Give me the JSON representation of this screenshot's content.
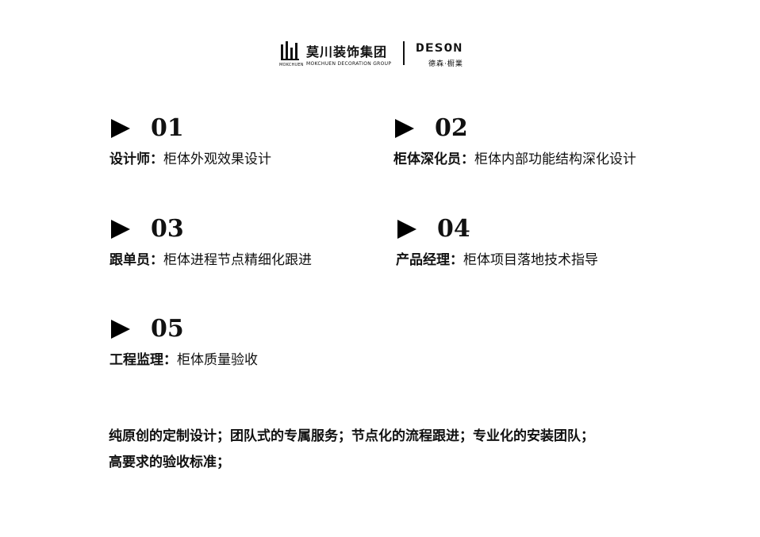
{
  "header": {
    "company_name": "莫川装饰集团",
    "company_en_short": "MOKCHUEN",
    "company_en": "MOKCHUEN DECORATION GROUP",
    "brand": "DESON",
    "brand_cn": "德森·橱業"
  },
  "items": [
    {
      "number": "01",
      "label": "设计师：",
      "text": "柜体外观效果设计"
    },
    {
      "number": "02",
      "label": "柜体深化员：",
      "text": "柜体内部功能结构深化设计"
    },
    {
      "number": "03",
      "label": "跟单员：",
      "text": "柜体进程节点精细化跟进"
    },
    {
      "number": "04",
      "label": "产品经理：",
      "text": "柜体项目落地技术指导"
    },
    {
      "number": "05",
      "label": "工程监理：",
      "text": "柜体质量验收"
    }
  ],
  "summary": {
    "line1": "纯原创的定制设计；团队式的专属服务；节点化的流程跟进；专业化的安装团队；",
    "line2": "高要求的验收标准；"
  }
}
